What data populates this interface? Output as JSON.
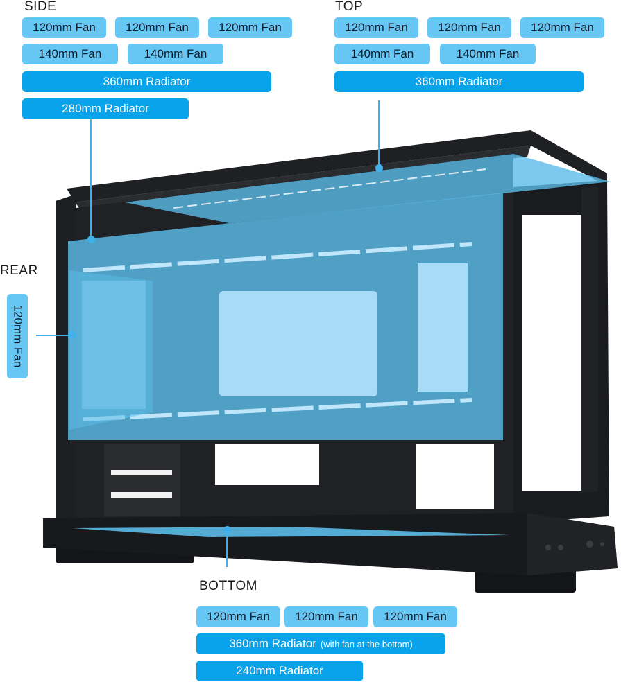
{
  "side": {
    "heading": "SIDE",
    "row1": [
      "120mm Fan",
      "120mm Fan",
      "120mm Fan"
    ],
    "row2": [
      "140mm Fan",
      "140mm Fan"
    ],
    "radiator1": "360mm Radiator",
    "radiator2": "280mm Radiator"
  },
  "top": {
    "heading": "TOP",
    "row1": [
      "120mm Fan",
      "120mm Fan",
      "120mm Fan"
    ],
    "row2": [
      "140mm Fan",
      "140mm Fan"
    ],
    "radiator1": "360mm Radiator"
  },
  "rear": {
    "heading": "REAR",
    "fan": "120mm Fan"
  },
  "bottom": {
    "heading": "BOTTOM",
    "row1": [
      "120mm Fan",
      "120mm Fan",
      "120mm Fan"
    ],
    "radiator1": "360mm Radiator",
    "radiator1_note": "(with fan at the bottom)",
    "radiator2": "240mm Radiator"
  },
  "colors": {
    "pill_light": "#66c7f5",
    "pill_strong": "#08a3ea",
    "mount_overlay": "#5bbbe8",
    "case_body": "#1c1e21"
  }
}
